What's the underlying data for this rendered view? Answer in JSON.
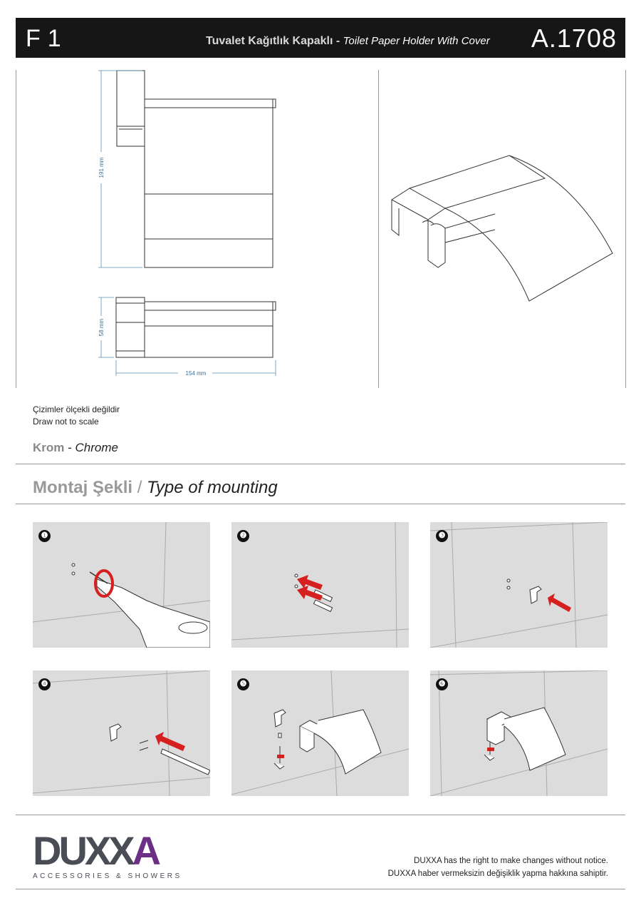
{
  "header": {
    "series": "F1",
    "title_tr": "Tuvalet Kağıtlık Kapaklı",
    "title_sep": " - ",
    "title_en": "Toilet Paper Holder With Cover",
    "code": "A.1708"
  },
  "drawing": {
    "height_label": "191 mm",
    "depth_label": "58 mm",
    "width_label": "154 mm"
  },
  "notes": {
    "scale_tr": "Çizimler ölçekli değildir",
    "scale_en": "Draw not to scale"
  },
  "finish": {
    "tr": "Krom",
    "sep": " - ",
    "en": "Chrome"
  },
  "mounting": {
    "title_tr": "Montaj Şekli",
    "sep": " / ",
    "title_en": "Type of mounting",
    "steps": [
      "❶",
      "❷",
      "❸",
      "❹",
      "❺",
      "❻"
    ]
  },
  "brand": {
    "name_main": "DUXX",
    "name_accent": "A",
    "tagline": "ACCESSORIES & SHOWERS",
    "accent_color": "#6b2f86",
    "text_color": "#4a4d55"
  },
  "footer": {
    "disclaimer_en": "DUXXA has the right to make changes without notice.",
    "disclaimer_tr": "DUXXA haber vermeksizin değişiklik yapma hakkına sahiptir."
  }
}
